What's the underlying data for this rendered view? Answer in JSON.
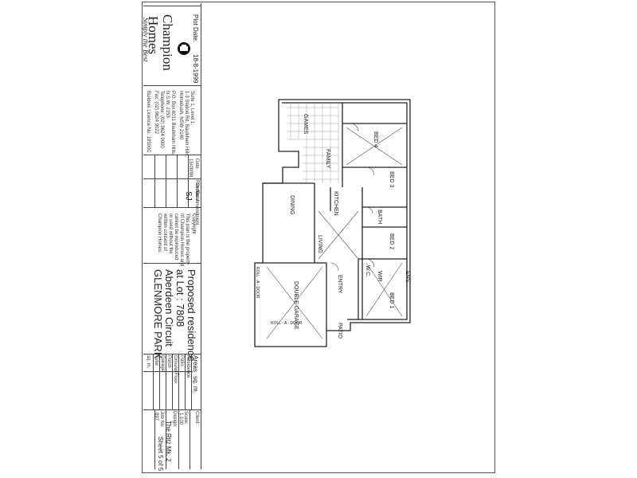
{
  "title_block": {
    "plot_date_label": "Plot Date:",
    "plot_date_value": "18-8-1999",
    "company_name_1": "Champion",
    "company_name_2": "Homes",
    "tagline": "Simply the Best",
    "address_lines": [
      "Suite 1, Level 1,",
      "1-3 Station Rd, Baulkham Hills,",
      "Homebush, NSW 2140",
      "P.O. Box 6011 Baulkham Hills,",
      "N.S.W. 2153",
      "Telephone: (02) 9624 9000",
      "Fax: (02) 9624 9022",
      "Builders Licence No. 19500C"
    ],
    "revision_headers": [
      "Date",
      "Rev/No",
      "Date",
      "Amendment"
    ],
    "revision_first_date": "15/09/98",
    "drawn_label": "Drawn:",
    "drawn_value": "SJ",
    "copyright_title": "Copyright",
    "copyright_text": [
      "This plan is the property",
      "of Champion Homes and",
      "cannot be reproduced",
      "or used without the",
      "written consent of",
      "Champion Homes."
    ],
    "project_lines": [
      "Proposed residence",
      "at Lot : 7808",
      "Aberdeen Circuit",
      "GLENMORE PARK"
    ],
    "areas_title": "Areas",
    "areas_unit": "sq. m.",
    "areas_rows": [
      "Residence",
      "Patio",
      "Ground Floor",
      "Porch",
      "Garage",
      "Total"
    ],
    "client_label": "Client:",
    "scale_label": "Scale:",
    "scale_value": "1:100",
    "design_label": "Design:",
    "design_value": "The Ritz Mk. 2",
    "job_label": "Job No:",
    "job_value": "897",
    "sheet_value": "Sheet 5 of 5",
    "sq_label": "sq. m."
  },
  "plan": {
    "rooms": {
      "games": "GAMES",
      "bed4": "BED 4",
      "family": "FAMILY",
      "bed3": "BED 3",
      "kitchen": "KITCHEN",
      "dining": "DINING",
      "bath": "BATH",
      "living": "LIVING",
      "bed2": "BED 2",
      "wc": "W.C.",
      "entry": "ENTRY",
      "wir": "WIR",
      "bed1": "BED 1",
      "garage": "DOUBLE GARAGE",
      "ens": "ENS.",
      "patio": "PATIO",
      "roll_door_1": "ROLL - A - DOOR",
      "roll_door_2": "ROLL - A - DOOR"
    }
  }
}
